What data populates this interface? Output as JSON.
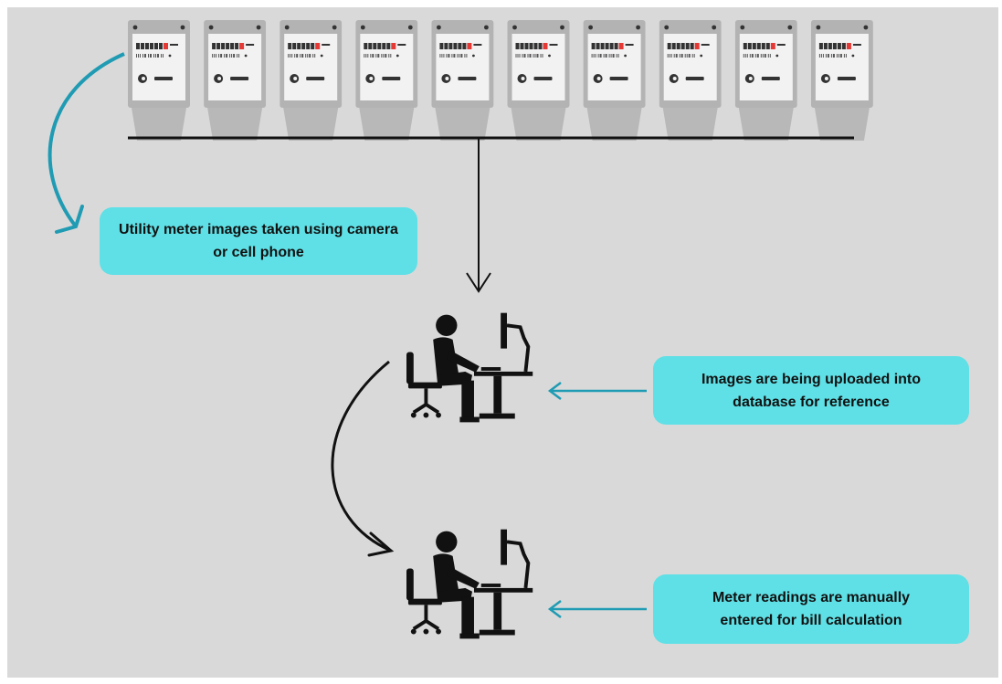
{
  "diagram": {
    "meter_count": 10,
    "colors": {
      "background": "#d9d9d9",
      "callout_fill": "#5ee0e6",
      "meter_body": "#f2f2f2",
      "meter_frame": "#b3b3b3",
      "meter_dial_accent": "#e53935",
      "teal_arrow": "#1f9bb3",
      "black": "#111111"
    },
    "callouts": {
      "meter_images": {
        "line1": "Utility meter images taken using camera",
        "line2": "or cell phone"
      },
      "upload": {
        "line1": "Images are being uploaded into",
        "line2": "database for reference"
      },
      "manual": {
        "line1": "Meter readings are manually",
        "line2": "entered for bill calculation"
      }
    },
    "icons": {
      "meter": "electricity-meter-icon",
      "worker": "person-at-computer-icon"
    }
  }
}
